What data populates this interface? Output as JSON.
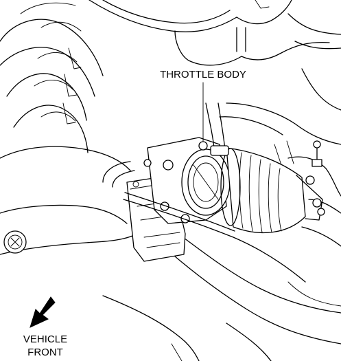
{
  "callouts": {
    "throttle_body": "THROTTLE BODY"
  },
  "orientation": {
    "line1": "VEHICLE",
    "line2": "FRONT",
    "arrow_icon": "arrow-down-left-icon"
  }
}
